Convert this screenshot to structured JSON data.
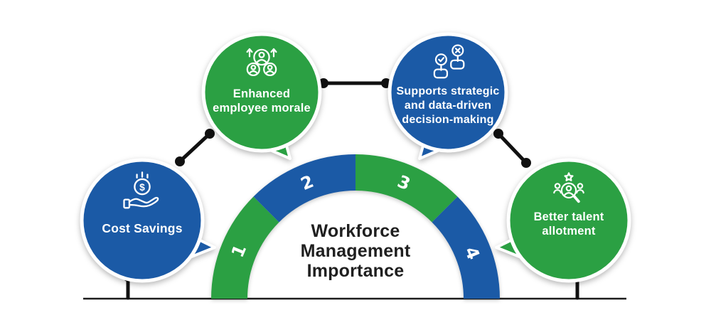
{
  "title": "Workforce Management Importance",
  "colors": {
    "blue": "#1b5aa6",
    "green": "#2ba043",
    "connector": "#111111",
    "baseline": "#1c1c1c",
    "title_text": "#1f1f1f",
    "label_text": "#ffffff"
  },
  "arc": {
    "segments": [
      {
        "number": "1",
        "color": "green"
      },
      {
        "number": "2",
        "color": "blue"
      },
      {
        "number": "3",
        "color": "green"
      },
      {
        "number": "4",
        "color": "blue"
      }
    ]
  },
  "bubbles": [
    {
      "label": "Cost Savings",
      "color": "blue",
      "icon": "hand-receiving-dollar-coin-icon"
    },
    {
      "label": "Enhanced employee morale",
      "color": "green",
      "icon": "team-growth-arrows-icon"
    },
    {
      "label": "Supports strategic and data-driven decision-making",
      "color": "blue",
      "icon": "hands-check-cross-signs-icon"
    },
    {
      "label": "Better talent allotment",
      "color": "green",
      "icon": "talent-search-magnifier-icon"
    }
  ]
}
